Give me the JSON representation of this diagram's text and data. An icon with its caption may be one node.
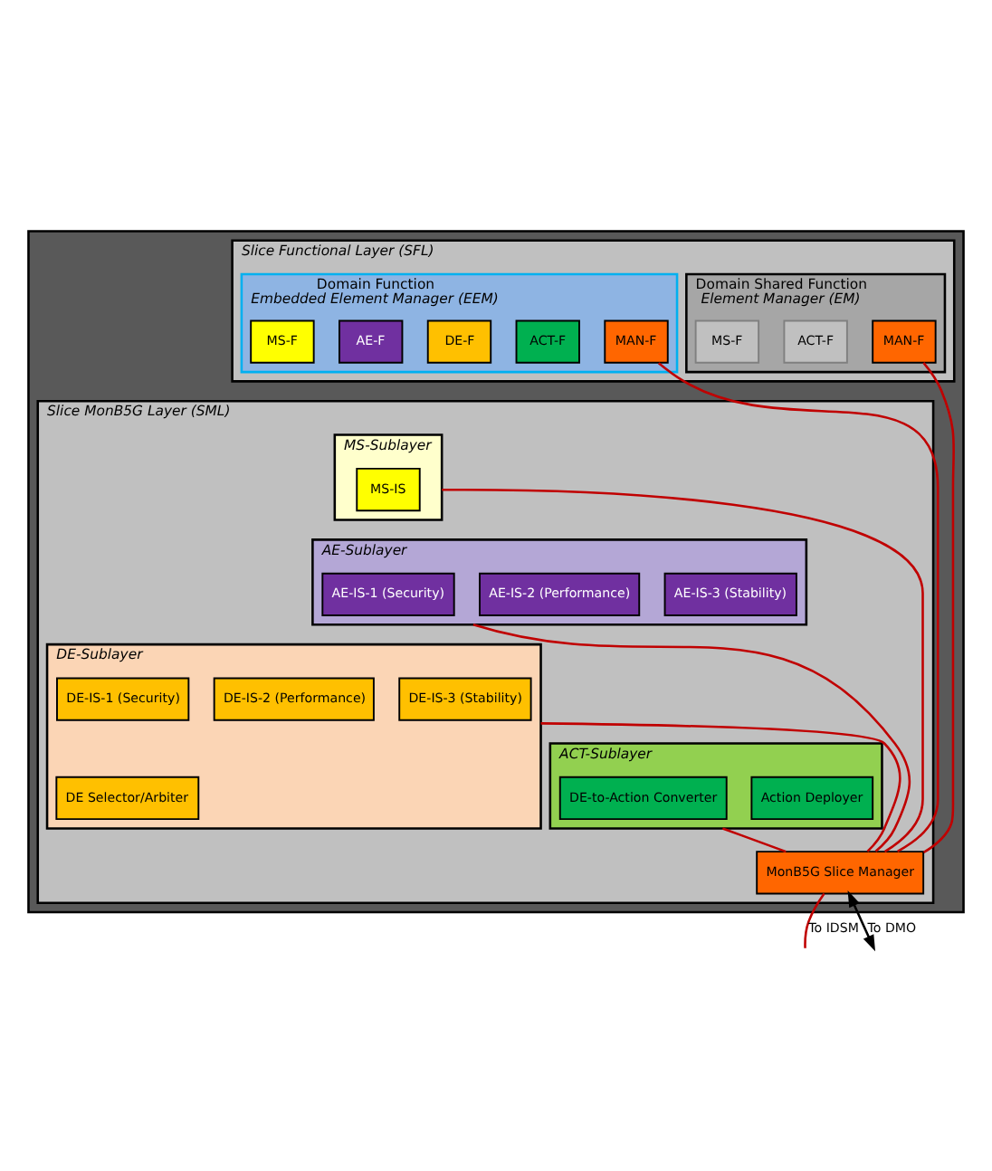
{
  "diagram": {
    "nodes": [
      {
        "text": [],
        "shape": "box"
      },
      {
        "text": [
          "Slice Functional Layer (SFL)"
        ],
        "in": 0
      },
      {
        "text": [
          "Domain Function",
          "Embedded Element Manager (EEM)"
        ],
        "in": 1
      },
      {
        "text": [
          "MS-F"
        ],
        "in": 2
      },
      {
        "text": [
          "AE-F"
        ],
        "in": 2
      },
      {
        "text": [
          "DE-F"
        ],
        "in": 2
      },
      {
        "text": [
          "ACT-F"
        ],
        "in": 2
      },
      {
        "text": [
          "MAN-F"
        ],
        "in": 2
      },
      {
        "text": [
          "Domain Shared Function",
          "Element Manager (EM)"
        ],
        "in": 1
      },
      {
        "text": [
          "MS-F"
        ],
        "in": 8
      },
      {
        "text": [
          "ACT-F"
        ],
        "in": 8
      },
      {
        "text": [
          "MAN-F"
        ],
        "in": 8
      },
      {
        "text": [
          "Slice MonB5G Layer (SML)"
        ],
        "in": 0
      },
      {
        "text": [
          "MS-Sublayer"
        ],
        "in": 12
      },
      {
        "text": [
          "MS-IS"
        ],
        "in": 13
      },
      {
        "text": [
          "AE-Sublayer"
        ],
        "in": 12
      },
      {
        "text": [
          "AE-IS-1 (Security)"
        ],
        "in": 15
      },
      {
        "text": [
          "AE-IS-2 (Performance)"
        ],
        "in": 15
      },
      {
        "text": [
          "AE-IS-3 (Stability)"
        ],
        "in": 15
      },
      {
        "text": [
          "DE-Sublayer"
        ],
        "in": 12
      },
      {
        "text": [
          "DE-IS-1 (Security)"
        ],
        "in": 19
      },
      {
        "text": [
          "DE-IS-2 (Performance)"
        ],
        "in": 19
      },
      {
        "text": [
          "DE-IS-3 (Stability)"
        ],
        "in": 19
      },
      {
        "text": [
          "DE Selector/Arbiter"
        ],
        "in": 19
      },
      {
        "text": [
          "ACT-Sublayer"
        ],
        "in": 12
      },
      {
        "text": [
          "DE-to-Action Converter"
        ],
        "in": 24
      },
      {
        "text": [
          "Action Deployer"
        ],
        "in": 24
      },
      {
        "text": [
          "MonB5G Slice Manager"
        ],
        "in": 12
      }
    ],
    "edges": [
      {
        "from": 7,
        "to": 27,
        "arrow": "none"
      },
      {
        "from": 11,
        "to": 27,
        "arrow": "none"
      },
      {
        "from": 13,
        "to": 27,
        "arrow": "none"
      },
      {
        "from": 15,
        "to": 27,
        "arrow": "none"
      },
      {
        "from": 19,
        "to": 27,
        "arrow": "none"
      },
      {
        "from": 24,
        "to": 27,
        "arrow": "none"
      },
      {
        "from": 27,
        "to": null,
        "arrow": "none",
        "label": "To IDSM"
      },
      {
        "from": 27,
        "to": null,
        "arrow": "both",
        "label": "To DMO",
        "color": "#000000"
      }
    ]
  }
}
